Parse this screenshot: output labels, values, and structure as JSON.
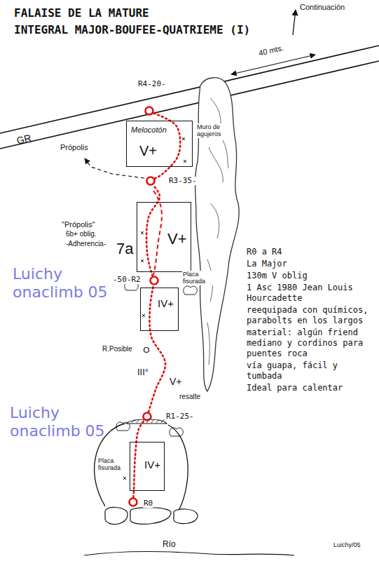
{
  "diagram": {
    "title": "FALAISE DE LA MATURE",
    "nodes": [
      {
        "text": [
          "R4-20-"
        ]
      },
      {
        "text": [
          "Melocotón",
          "V+"
        ]
      },
      {
        "text": [
          "R3-35-"
        ]
      },
      {
        "text": [
          "V+"
        ]
      },
      {
        "text": [
          "-50-R2"
        ]
      },
      {
        "text": [
          "IV+"
        ]
      },
      {
        "text": [
          "R1-25-"
        ]
      },
      {
        "text": [
          "IV+"
        ]
      },
      {
        "text": [
          "R0"
        ]
      }
    ],
    "edges": [
      {
        "from": 8,
        "to": 6,
        "arrow": "none"
      },
      {
        "from": 6,
        "to": 4,
        "arrow": "none"
      },
      {
        "from": 4,
        "to": 2,
        "arrow": "none"
      },
      {
        "from": 2,
        "to": 0,
        "arrow": "none"
      }
    ],
    "labels": [
      "INTEGRAL MAJOR-BOUFEE-QUATRIEME (I)",
      "Continuación",
      "40 mts.",
      "GR",
      "Muro de agujeros",
      "Própolis",
      "\"Própolis\"",
      "6b+ oblig.",
      "-Adherencia-",
      "7a",
      "Luichy onaclimb 05",
      "Placa fisurada",
      "R.Posible",
      "III°",
      "V+",
      "resalte",
      "Luichy onaclimb 05",
      "Placa fisurada",
      "R0 a R4",
      "La Major",
      "130m V oblig",
      "1 Asc 1980 Jean Louis Hourcadette",
      "reequipada con químicos, parabolts en los largos",
      "material: algún friend mediano y cordinos para puentes roca",
      "vía guapa, fácil y tumbada",
      "Ideal para calentar",
      "Río",
      "Luichy/05"
    ]
  }
}
